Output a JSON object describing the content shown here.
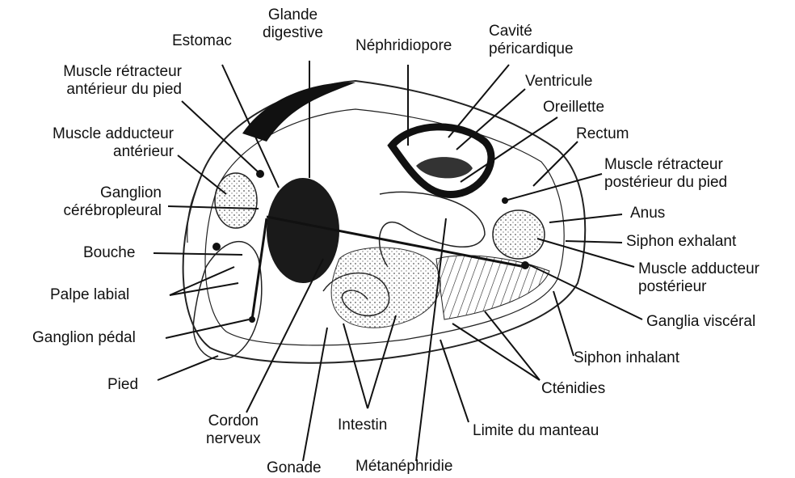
{
  "labels": {
    "glande_digestive": "Glande\ndigestive",
    "estomac": "Estomac",
    "nephridiopore": "Néphridiopore",
    "cavite_pericardique": "Cavité\npéricardique",
    "ventricule": "Ventricule",
    "oreillette": "Oreillette",
    "rectum": "Rectum",
    "muscle_retracteur_anterieur": "Muscle rétracteur\nantérieur du pied",
    "muscle_adducteur_anterieur": "Muscle adducteur\nantérieur",
    "ganglion_cerebropleural": "Ganglion\ncérébropleural",
    "bouche": "Bouche",
    "palpe_labial": "Palpe labial",
    "ganglion_pedal": "Ganglion pédal",
    "pied": "Pied",
    "cordon_nerveux": "Cordon\nnerveux",
    "gonade": "Gonade",
    "intestin": "Intestin",
    "metanephridie": "Métanéphridie",
    "limite_manteau": "Limite du manteau",
    "ctenidies": "Cténidies",
    "siphon_inhalant": "Siphon inhalant",
    "ganglia_visceral": "Ganglia viscéral",
    "muscle_adducteur_posterieur": "Muscle adducteur\npostérieur",
    "siphon_exhalant": "Siphon exhalant",
    "anus": "Anus",
    "muscle_retracteur_posterieur": "Muscle rétracteur\npostérieur du pied"
  }
}
